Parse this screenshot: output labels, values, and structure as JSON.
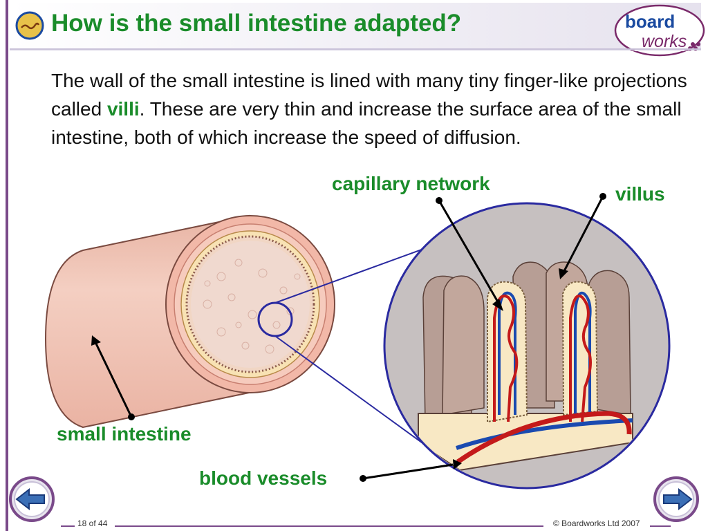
{
  "slide": {
    "title": "How is the small intestine adapted?",
    "body_parts": [
      "The wall of the small intestine is lined with many tiny finger-like projections called ",
      "villi",
      ". These are very thin and increase the surface area of the small intestine, both of which increase the speed of diffusion."
    ]
  },
  "labels": {
    "capillary_network": "capillary network",
    "villus": "villus",
    "small_intestine": "small intestine",
    "blood_vessels": "blood vessels"
  },
  "logo": {
    "line1": "board",
    "line2": "works"
  },
  "footer": {
    "page": "18 of 44",
    "copyright": "© Boardworks Ltd 2007"
  },
  "colors": {
    "accent_green": "#1a8c2a",
    "frame_purple": "#7a4a8a",
    "nav_blue": "#3b6fb6"
  },
  "icons": {
    "title_icon": "intestine-icon",
    "prev": "left-arrow-icon",
    "next": "right-arrow-icon"
  }
}
